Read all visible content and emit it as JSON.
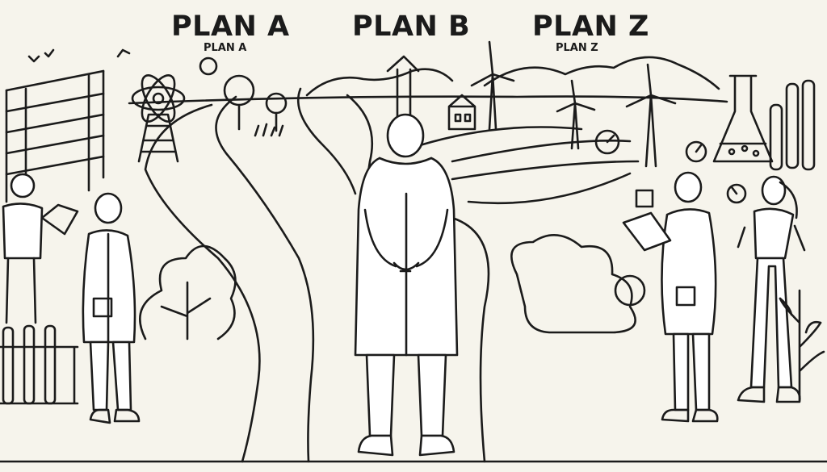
{
  "plans": [
    {
      "heading": "PLAN A",
      "subheading": "PLAN A"
    },
    {
      "heading": "PLAN B",
      "subheading": ""
    },
    {
      "heading": "PLAN Z",
      "subheading": "PLAN Z"
    }
  ],
  "colors": {
    "ink": "#1b1b1b",
    "paper": "#f6f4ec",
    "coat": "#ffffff"
  },
  "icons": [
    "atom-icon",
    "wind-turbine-icon",
    "gauge-icon",
    "flask-icon",
    "test-tube-icon",
    "up-arrow-icon"
  ]
}
